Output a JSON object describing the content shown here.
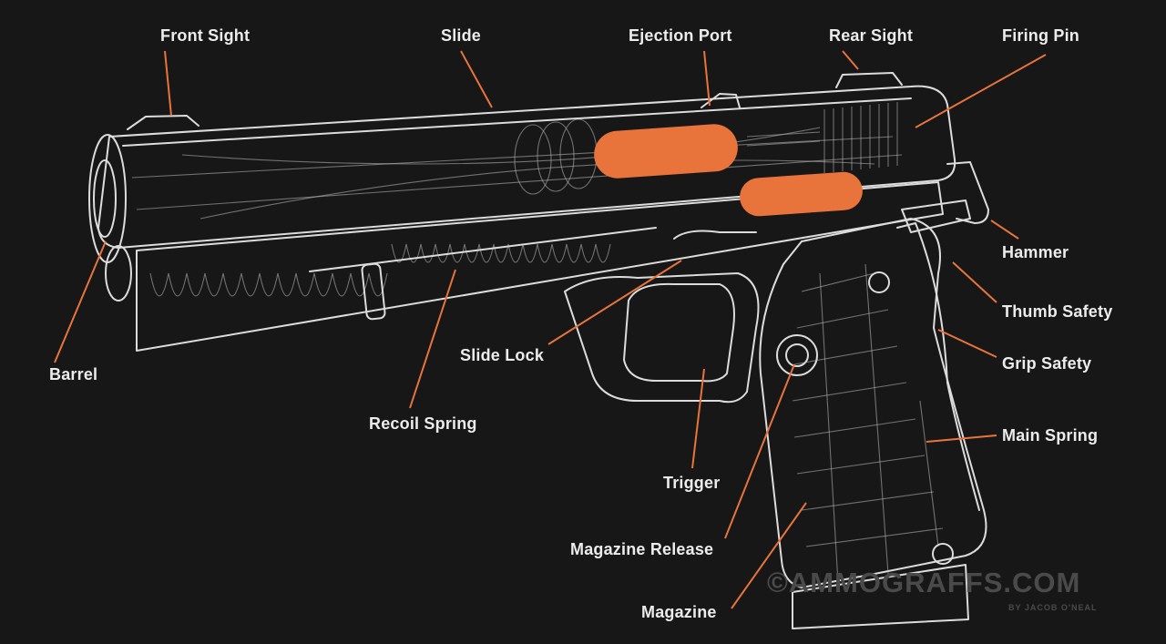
{
  "colors": {
    "background": "#171717",
    "outline": "#dcdcdc",
    "highlight": "#e8743b",
    "label_text": "#ececec"
  },
  "labels": {
    "front_sight": "Front Sight",
    "slide": "Slide",
    "ejection_port": "Ejection Port",
    "rear_sight": "Rear Sight",
    "firing_pin": "Firing Pin",
    "hammer": "Hammer",
    "thumb_safety": "Thumb Safety",
    "grip_safety": "Grip Safety",
    "main_spring": "Main Spring",
    "barrel": "Barrel",
    "recoil_spring": "Recoil Spring",
    "slide_lock": "Slide Lock",
    "trigger": "Trigger",
    "magazine_release": "Magazine Release",
    "magazine": "Magazine"
  },
  "watermark": {
    "text": "©AMMOGRAFFS.COM",
    "byline": "BY JACOB O'NEAL"
  }
}
